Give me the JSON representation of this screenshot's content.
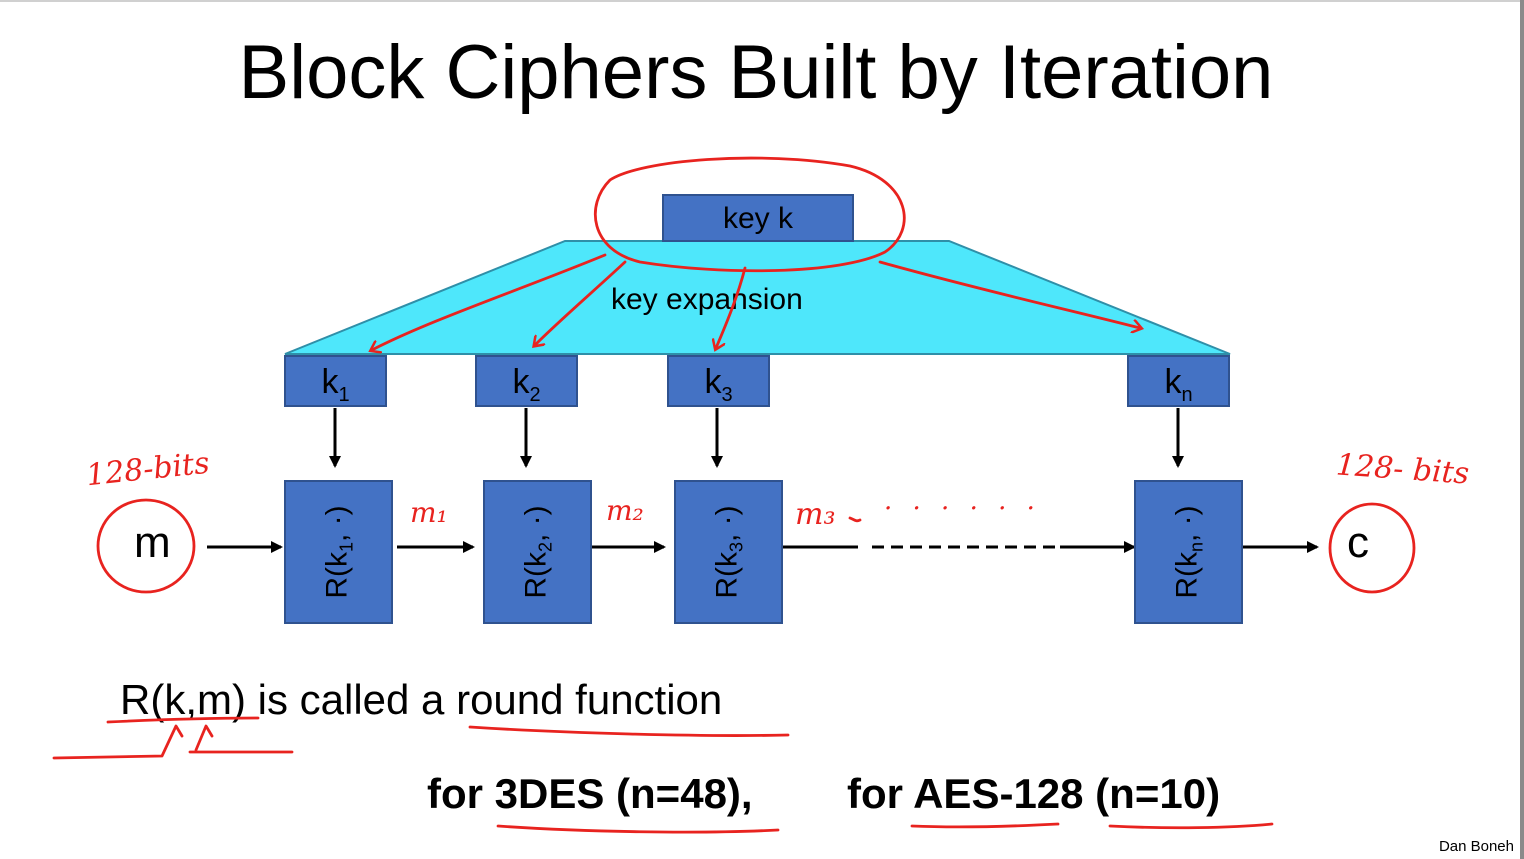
{
  "slide": {
    "title": "Block Ciphers Built by Iteration",
    "author": "Dan Boneh"
  },
  "diagram": {
    "key_label": "key  k",
    "expansion_label": "key expansion",
    "subkeys": [
      {
        "base": "k",
        "sub": "1"
      },
      {
        "base": "k",
        "sub": "2"
      },
      {
        "base": "k",
        "sub": "3"
      },
      {
        "base": "k",
        "sub": "n"
      }
    ],
    "rounds": [
      {
        "prefix": "R(k",
        "sub": "1",
        "suffix": ", ·)"
      },
      {
        "prefix": "R(k",
        "sub": "2",
        "suffix": ", ·)"
      },
      {
        "prefix": "R(k",
        "sub": "3",
        "suffix": ", ·)"
      },
      {
        "prefix": "R(k",
        "sub": "n",
        "suffix": ", ·)"
      }
    ],
    "input_label": "m",
    "output_label": "c"
  },
  "caption": {
    "prefix": "R(k,m)",
    "middle": " is called a ",
    "suffix": "round function"
  },
  "examples": [
    "for  3DES (n=48),",
    "for AES-128  (n=10)"
  ],
  "annotations": {
    "input_bits": "128-bits",
    "output_bits": "128- bits",
    "m1": "m₁",
    "m2": "m₂",
    "m3": "m₃",
    "dots": "· · · · · ·"
  },
  "colors": {
    "box_fill": "#4472c4",
    "expansion_fill": "#4ee7fb",
    "ink_red": "#e8231f"
  }
}
